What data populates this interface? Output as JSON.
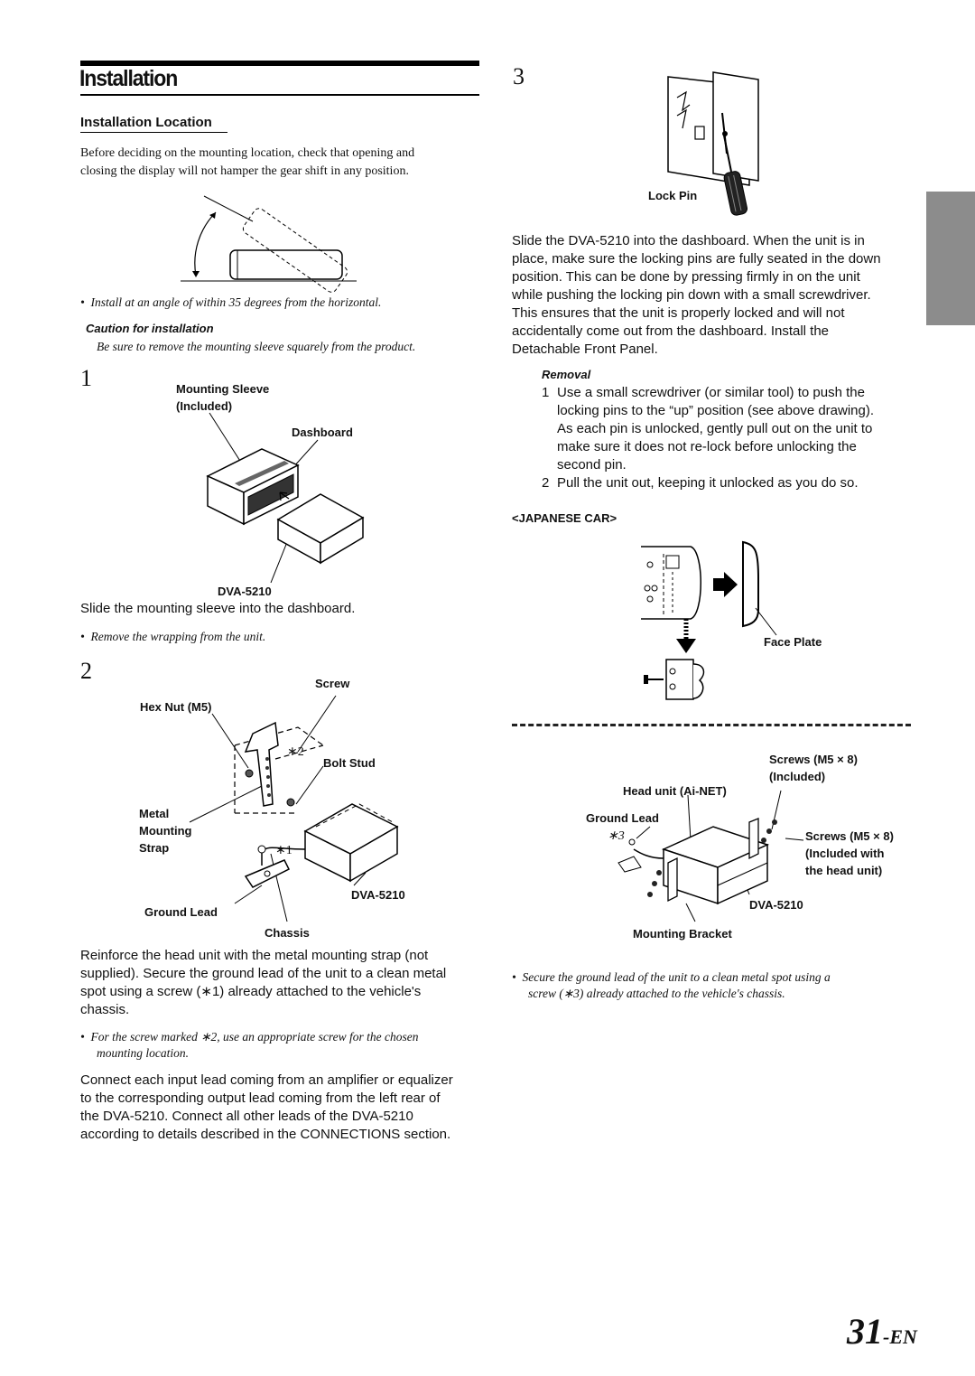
{
  "header": {
    "title": "Installation",
    "subtitle": "Installation Location"
  },
  "intro": {
    "line1": "Before deciding on the mounting location, check that opening and",
    "line2": "closing the display will not hamper the gear shift in any position."
  },
  "angle_note": "Install at an angle of within 35 degrees from the horizontal.",
  "caution": {
    "title": "Caution for installation",
    "text": "Be sure to remove the mounting sleeve squarely from the product."
  },
  "step1": {
    "number": "1",
    "labels": {
      "sleeve_1": "Mounting Sleeve",
      "sleeve_2": "(Included)",
      "dashboard": "Dashboard",
      "unit": "DVA-5210"
    },
    "text": "Slide the mounting sleeve into the dashboard.",
    "note": "Remove the wrapping from the unit."
  },
  "step2": {
    "number": "2",
    "labels": {
      "screw": "Screw",
      "hex_nut": "Hex Nut (M5)",
      "mark2": "∗2",
      "bolt_stud": "Bolt Stud",
      "metal": "Metal",
      "mounting": "Mounting",
      "strap": "Strap",
      "mark1": "∗1",
      "unit": "DVA-5210",
      "ground_lead": "Ground Lead",
      "chassis": "Chassis"
    },
    "text_lines": [
      "Reinforce the head unit with the metal mounting strap (not",
      "supplied). Secure the ground lead of the unit to a clean metal",
      "spot using a screw (∗1) already attached to the vehicle's",
      "chassis."
    ],
    "note_lines": [
      "For the screw marked ∗2, use an appropriate screw for the chosen",
      "mounting location."
    ],
    "connect_lines": [
      "Connect each input lead coming from an amplifier or equalizer",
      "to the corresponding output lead coming from the left rear of",
      "the DVA-5210. Connect all other leads of the DVA-5210",
      "according to details described in the CONNECTIONS section."
    ]
  },
  "step3": {
    "number": "3",
    "lock_pin_label": "Lock Pin",
    "text_lines": [
      "Slide the DVA-5210 into the dashboard. When the unit is in",
      "place, make sure the locking pins are fully seated in the down",
      "position. This can be done by pressing firmly in on the unit",
      "while pushing the locking pin down with a small screwdriver.",
      "This ensures that the unit is properly locked and will not",
      "accidentally come out from the dashboard. Install the",
      "Detachable Front Panel."
    ]
  },
  "removal": {
    "title": "Removal",
    "item1_num": "1",
    "item1_lines": [
      "Use a small screwdriver (or similar tool) to push the",
      "locking pins to the “up” position (see above drawing).",
      "As each pin is unlocked, gently pull out on the unit to",
      "make sure it does not re-lock before unlocking the",
      "second pin."
    ],
    "item2_num": "2",
    "item2_text": "Pull the unit out, keeping it unlocked as you do so."
  },
  "japanese_car": {
    "title": "<JAPANESE CAR>",
    "face_plate": "Face Plate",
    "screws1_a": "Screws (M5 × 8)",
    "screws1_b": "(Included)",
    "head_unit": "Head unit (Ai-NET)",
    "ground_lead": "Ground Lead",
    "mark3": "∗3",
    "screws2_a": "Screws (M5 × 8)",
    "screws2_b": "(Included with",
    "screws2_c": "the head unit)",
    "unit": "DVA-5210",
    "bracket": "Mounting Bracket",
    "note_lines": [
      "Secure the ground lead of the unit to a clean metal spot using a",
      "screw (∗3) already attached to the vehicle's chassis."
    ]
  },
  "footer": {
    "page_number": "31",
    "page_suffix": "-EN"
  }
}
